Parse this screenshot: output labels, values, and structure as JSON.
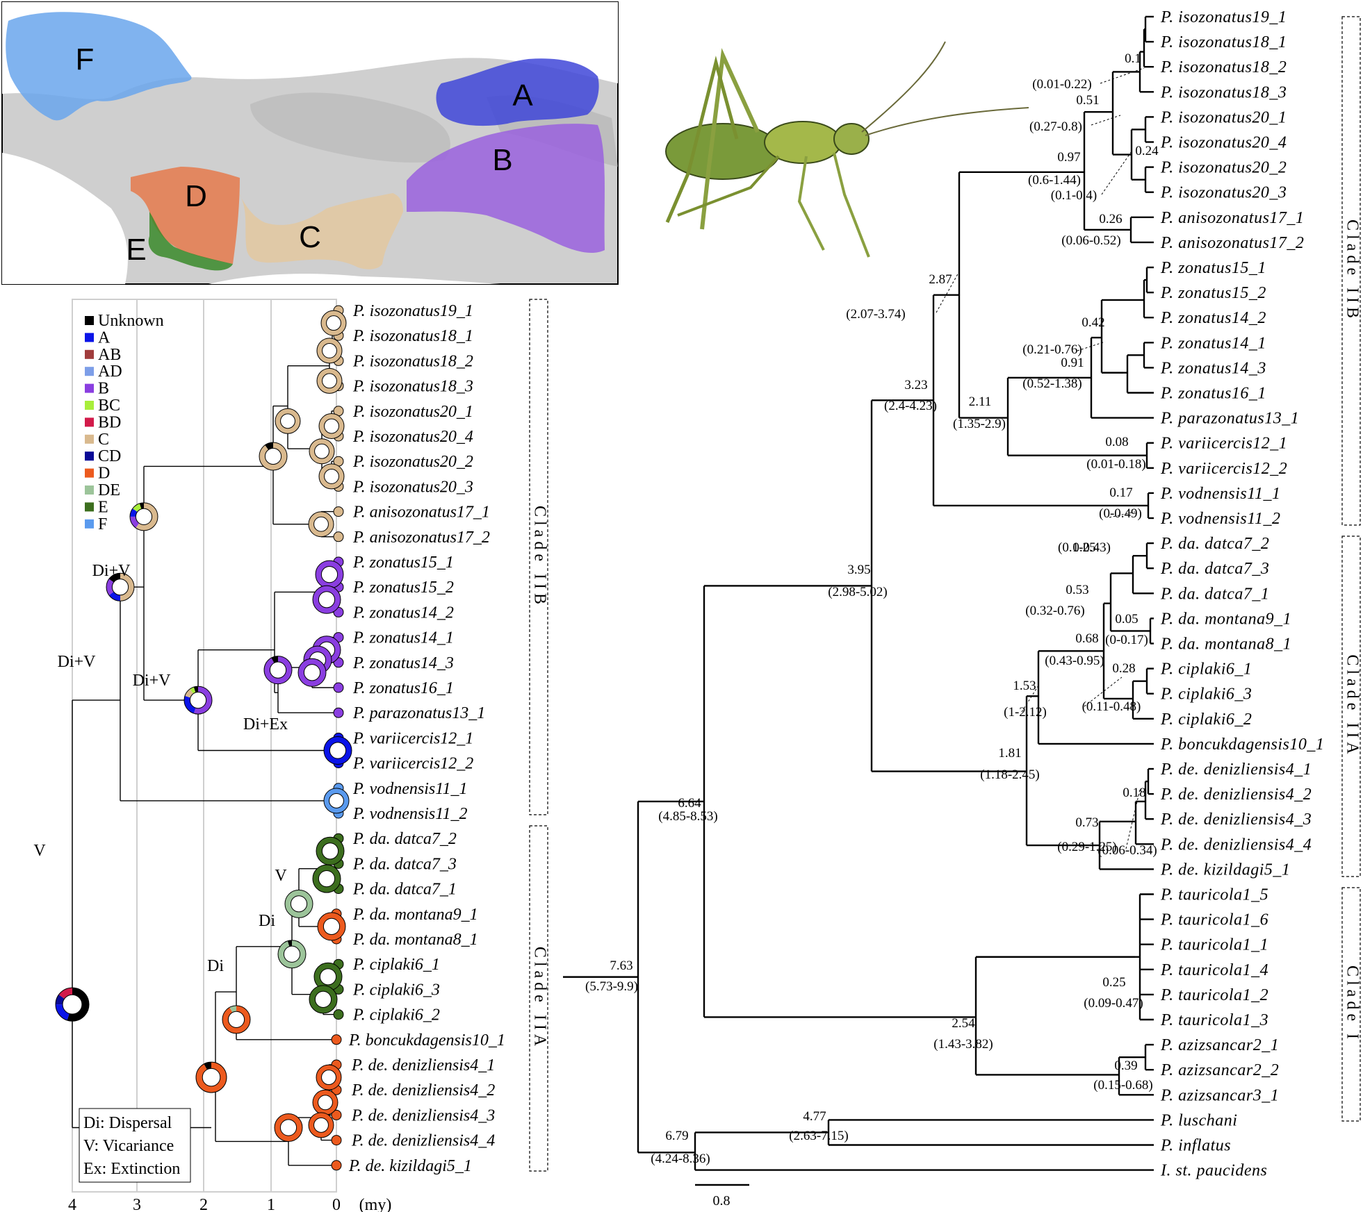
{
  "map": {
    "regions": [
      {
        "label": "F",
        "color": "#6aa6ec"
      },
      {
        "label": "A",
        "color": "#3f47d8"
      },
      {
        "label": "B",
        "color": "#9a62de"
      },
      {
        "label": "C",
        "color": "#e3c8a0"
      },
      {
        "label": "D",
        "color": "#e57a4c"
      },
      {
        "label": "E",
        "color": "#3a8a2a"
      }
    ]
  },
  "legend": [
    {
      "label": "Unknown",
      "color": "#000000"
    },
    {
      "label": "A",
      "color": "#0a14e8"
    },
    {
      "label": "AB",
      "color": "#a03c3c"
    },
    {
      "label": "AD",
      "color": "#7d9ee8"
    },
    {
      "label": "B",
      "color": "#8a3ee0"
    },
    {
      "label": "BC",
      "color": "#a8ee3a"
    },
    {
      "label": "BD",
      "color": "#d21a4a"
    },
    {
      "label": "C",
      "color": "#d9b98e"
    },
    {
      "label": "CD",
      "color": "#0a0a96"
    },
    {
      "label": "D",
      "color": "#ec5a1e"
    },
    {
      "label": "DE",
      "color": "#9cc49a"
    },
    {
      "label": "E",
      "color": "#3c6e1e"
    },
    {
      "label": "F",
      "color": "#5a9aee"
    }
  ],
  "event_key": [
    "Di: Dispersal",
    "V: Vicariance",
    "Ex: Extinction"
  ],
  "left_tree": {
    "axis_ticks": [
      "4",
      "3",
      "2",
      "1",
      "0"
    ],
    "axis_unit": "(my)",
    "event_labels": [
      "Di+V",
      "Di+V",
      "Di+V",
      "Di+Ex",
      "V",
      "V",
      "Di",
      "Di"
    ],
    "tips": [
      "P. isozonatus19_1",
      "P. isozonatus18_1",
      "P. isozonatus18_2",
      "P. isozonatus18_3",
      "P. isozonatus20_1",
      "P. isozonatus20_4",
      "P. isozonatus20_2",
      "P. isozonatus20_3",
      "P. anisozonatus17_1",
      "P. anisozonatus17_2",
      "P. zonatus15_1",
      "P. zonatus15_2",
      "P. zonatus14_2",
      "P. zonatus14_1",
      "P. zonatus14_3",
      "P. zonatus16_1",
      "P. parazonatus13_1",
      "P. variicercis12_1",
      "P. variicercis12_2",
      "P. vodnensis11_1",
      "P. vodnensis11_2",
      "P. da. datca7_2",
      "P. da. datca7_3",
      "P. da. datca7_1",
      "P. da. montana9_1",
      "P. da. montana8_1",
      "P. ciplaki6_1",
      "P. ciplaki6_3",
      "P. ciplaki6_2",
      "P. boncukdagensis10_1",
      "P. de. denizliensis4_1",
      "P. de. denizliensis4_2",
      "P. de. denizliensis4_3",
      "P. de. denizliensis4_4",
      "P. de. kizildagi5_1"
    ],
    "clades": [
      "Clade IIB",
      "Clade IIA"
    ]
  },
  "right_tree": {
    "tips": [
      "P. isozonatus19_1",
      "P. isozonatus18_1",
      "P. isozonatus18_2",
      "P. isozonatus18_3",
      "P. isozonatus20_1",
      "P. isozonatus20_4",
      "P. isozonatus20_2",
      "P. isozonatus20_3",
      "P. anisozonatus17_1",
      "P. anisozonatus17_2",
      "P. zonatus15_1",
      "P. zonatus15_2",
      "P. zonatus14_2",
      "P. zonatus14_1",
      "P. zonatus14_3",
      "P. zonatus16_1",
      "P. parazonatus13_1",
      "P. variicercis12_1",
      "P. variicercis12_2",
      "P. vodnensis11_1",
      "P. vodnensis11_2",
      "P. da. datca7_2",
      "P. da. datca7_3",
      "P. da. datca7_1",
      "P. da. montana9_1",
      "P. da. montana8_1",
      "P. ciplaki6_1",
      "P. ciplaki6_3",
      "P. ciplaki6_2",
      "P. boncukdagensis10_1",
      "P. de. denizliensis4_1",
      "P. de. denizliensis4_2",
      "P. de. denizliensis4_3",
      "P. de. denizliensis4_4",
      "P. de. kizildagi5_1",
      "P. tauricola1_5",
      "P. tauricola1_6",
      "P. tauricola1_1",
      "P. tauricola1_4",
      "P. tauricola1_2",
      "P. tauricola1_3",
      "P. azizsancar2_1",
      "P. azizsancar2_2",
      "P. azizsancar3_1",
      "P. luschani",
      "P. inflatus",
      "I. st. paucidens"
    ],
    "node_ages": [
      {
        "age": "0.1",
        "hpd": "(0.01-0.22)"
      },
      {
        "age": "0.51",
        "hpd": "(0.27-0.8)"
      },
      {
        "age": "0.24",
        "hpd": "(0.1-0.4)"
      },
      {
        "age": "0.97",
        "hpd": "(0.6-1.44)"
      },
      {
        "age": "0.26",
        "hpd": "(0.06-0.52)"
      },
      {
        "age": "2.87",
        "hpd": "(2.07-3.74)"
      },
      {
        "age": "0.42",
        "hpd": "(0.21-0.76)"
      },
      {
        "age": "0.91",
        "hpd": "(0.52-1.38)"
      },
      {
        "age": "3.23",
        "hpd": "(2.4-4.23)"
      },
      {
        "age": "2.11",
        "hpd": "(1.35-2.9)"
      },
      {
        "age": "0.08",
        "hpd": "(0.01-0.18)"
      },
      {
        "age": "0.17",
        "hpd": "(0-0.49)"
      },
      {
        "age": "0.25",
        "hpd": "(0.1-0.43)"
      },
      {
        "age": "0.53",
        "hpd": "(0.32-0.76)"
      },
      {
        "age": "0.05",
        "hpd": "(0-0.17)"
      },
      {
        "age": "0.68",
        "hpd": "(0.43-0.95)"
      },
      {
        "age": "0.28",
        "hpd": "(0.11-0.48)"
      },
      {
        "age": "1.53",
        "hpd": "(1-2.12)"
      },
      {
        "age": "3.95",
        "hpd": "(2.98-5.02)"
      },
      {
        "age": "1.81",
        "hpd": "(1.18-2.45)"
      },
      {
        "age": "0.18",
        "hpd": "(0.06-0.34)"
      },
      {
        "age": "0.73",
        "hpd": "(0.29-1.25)"
      },
      {
        "age": "6.64",
        "hpd": "(4.85-8.53)"
      },
      {
        "age": "7.63",
        "hpd": "(5.73-9.9)"
      },
      {
        "age": "0.25",
        "hpd": "(0.09-0.47)"
      },
      {
        "age": "2.54",
        "hpd": "(1.43-3.82)"
      },
      {
        "age": "0.39",
        "hpd": "(0.15-0.68)"
      },
      {
        "age": "4.77",
        "hpd": "(2.63-7.15)"
      },
      {
        "age": "6.79",
        "hpd": "(4.24-8.36)"
      }
    ],
    "scale_bar": "0.8",
    "clades": [
      "Clade IIB",
      "Clade IIA",
      "Clade I"
    ]
  }
}
